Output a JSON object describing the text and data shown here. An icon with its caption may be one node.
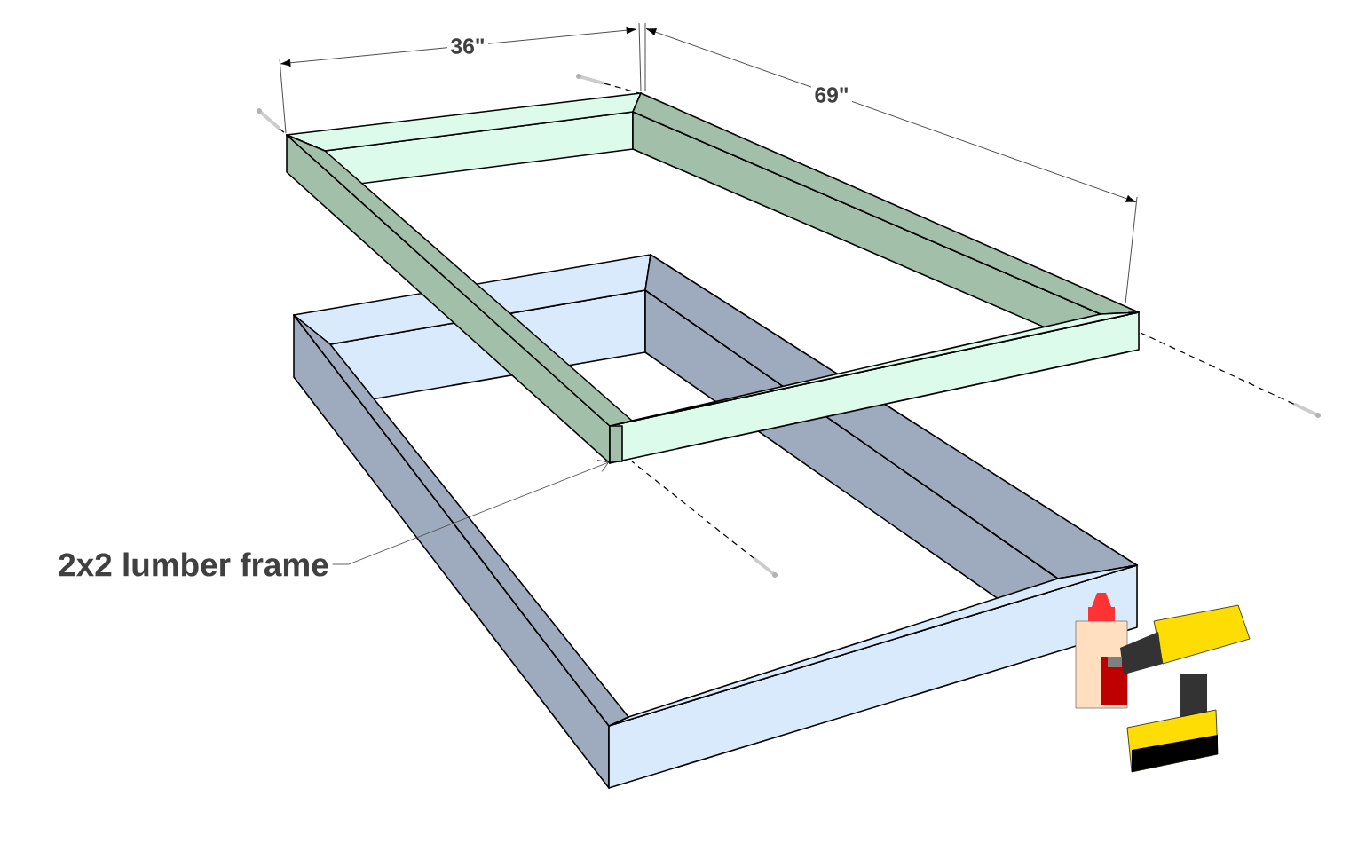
{
  "diagram": {
    "nodes": [
      {
        "text": [
          "2x2 lumber frame"
        ]
      },
      {
        "text": [],
        "shape": "box"
      }
    ],
    "edges": [
      {
        "from": 0,
        "to": 1,
        "arrow": "to"
      }
    ],
    "labels": [
      "36\"",
      "69\""
    ]
  }
}
